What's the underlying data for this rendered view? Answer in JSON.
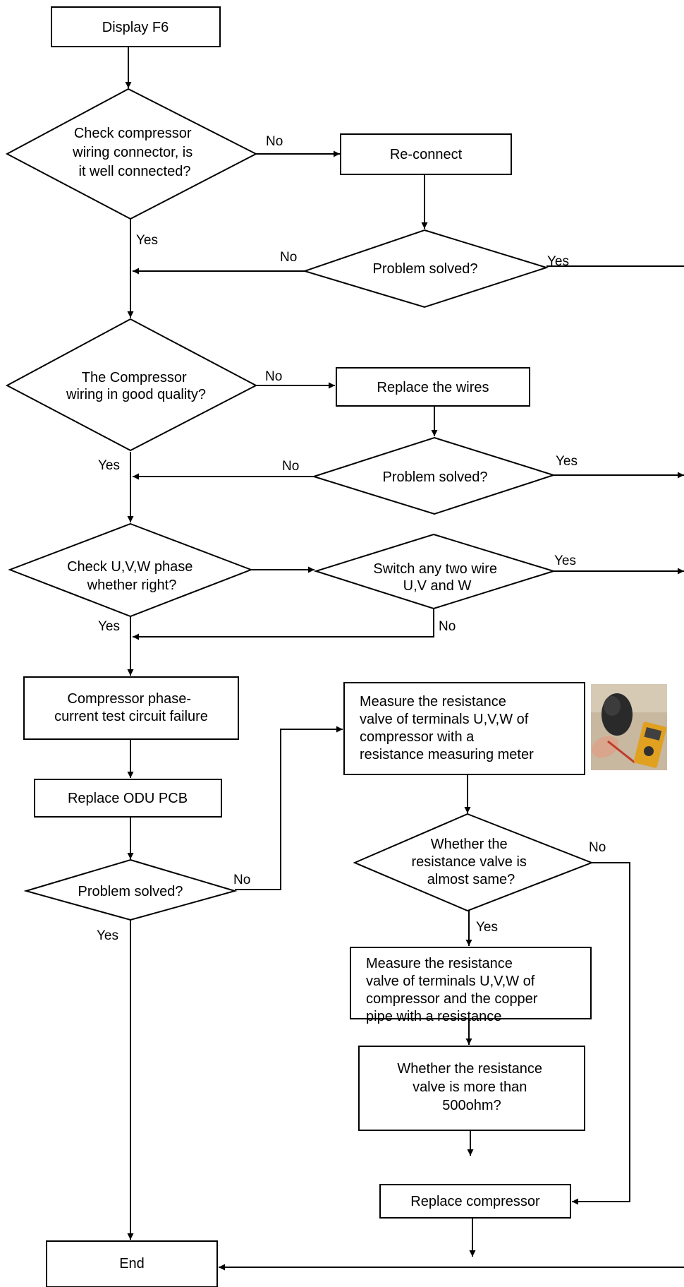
{
  "nodes": {
    "display": "Display F6",
    "d1": [
      "Check compressor",
      "wiring connector, is",
      "it well connected?"
    ],
    "reconnect": "Re-connect",
    "ps1": "Problem solved?",
    "d2": [
      "The Compressor",
      "wiring in good quality?"
    ],
    "replace_wires": "Replace the wires",
    "ps2": "Problem solved?",
    "d3": [
      "Check U,V,W phase",
      "whether right?"
    ],
    "switch": [
      "Switch any two wire",
      "U,V and W"
    ],
    "phase_fail": [
      "Compressor phase-",
      "current test circuit failure"
    ],
    "replace_pcb": "Replace ODU PCB",
    "ps3": "Problem solved?",
    "measure1": [
      "Measure the resistance",
      "valve of terminals U,V,W of",
      "compressor with a",
      "resistance measuring meter"
    ],
    "d4": [
      "Whether the",
      "resistance valve is",
      "almost same?"
    ],
    "measure2": [
      "Measure the resistance",
      "valve of terminals U,V,W of",
      "compressor and the copper",
      "pipe with a resistance"
    ],
    "check500": [
      "Whether the resistance",
      "valve is more than",
      "500ohm?"
    ],
    "replace_comp": "Replace compressor",
    "end": "End"
  },
  "edges": {
    "d1_no": "No",
    "d1_yes": "Yes",
    "ps1_no": "No",
    "ps1_yes": "Yes",
    "d2_no": "No",
    "d2_yes": "Yes",
    "ps2_no": "No",
    "ps2_yes": "Yes",
    "sw_yes": "Yes",
    "sw_no": "No",
    "d3_yes": "Yes",
    "ps3_no": "No",
    "ps3_yes": "Yes",
    "d4_no": "No",
    "d4_yes": "Yes"
  },
  "photo": {
    "icon": "multimeter-photo",
    "colors": {
      "background": "#c8b8a0",
      "device": "#2a2a2a",
      "meter": "#e0a020",
      "hand": "#d9a58c"
    }
  }
}
